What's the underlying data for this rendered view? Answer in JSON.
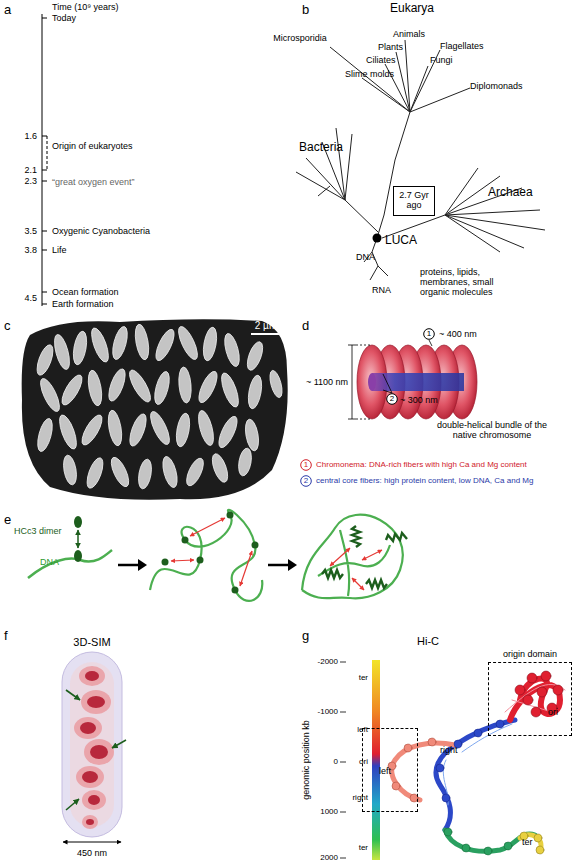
{
  "diagram": {
    "nodes": [
      {
        "text": [
          "2.7 Gyr ago"
        ]
      },
      {
        "text": [
          "1"
        ]
      },
      {
        "text": [
          "2"
        ]
      },
      {
        "text": [
          "1"
        ]
      },
      {
        "text": [
          "2"
        ]
      },
      {
        "text": [
          "origin domain"
        ]
      },
      {
        "text": [
          "left"
        ]
      }
    ],
    "labels": [
      "a",
      "Time (10⁹ years)",
      "Today",
      "1.6",
      "2.1",
      "Origin of eukaryotes",
      "2.3",
      "“great oxygen event”",
      "3.5",
      "Oxygenic Cyanobacteria",
      "3.8",
      "Life",
      "4.5",
      "Ocean formation",
      "Earth formation",
      "b",
      "Eukarya",
      "Microsporidia",
      "Animals",
      "Plants",
      "Flagellates",
      "Ciliates",
      "Fungi",
      "Slime molds",
      "Diplomonads",
      "Bacteria",
      "Archaea",
      "LUCA",
      "DNA",
      "RNA",
      "proteins, lipids, membranes, small organic molecules",
      "c",
      "2 µm",
      "d",
      "~ 400 nm",
      "~ 300 nm",
      "~ 1100 nm",
      "double-helical bundle of the native chromosome",
      "Chromonema: DNA-rich fibers with high Ca and Mg content",
      "central core fibers: high protein content, low DNA, Ca and Mg",
      "e",
      "HCc3 dimer",
      "DNA",
      "f",
      "3D-SIM",
      "450 nm",
      "g",
      "Hi-C",
      "genomic position kb",
      "-2000",
      "ter",
      "-1000",
      "left",
      "0",
      "ori",
      "1000",
      "right",
      "2000",
      "ter",
      "ori",
      "right",
      "ter"
    ]
  }
}
